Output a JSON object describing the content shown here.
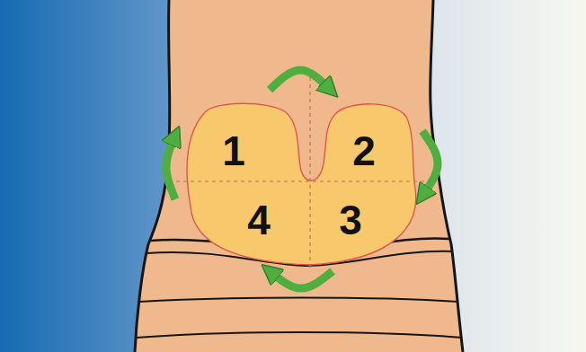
{
  "diagram": {
    "nodes": [
      {
        "text": [
          "1"
        ]
      },
      {
        "text": [
          "2"
        ]
      },
      {
        "text": [
          "4"
        ]
      },
      {
        "text": [
          "3"
        ]
      }
    ],
    "edges": [
      {
        "from": 0,
        "to": 1,
        "arrow": "to"
      },
      {
        "from": 1,
        "to": 3,
        "arrow": "to"
      },
      {
        "from": 3,
        "to": 2,
        "arrow": "to"
      },
      {
        "from": 2,
        "to": 0,
        "arrow": "to"
      }
    ]
  }
}
